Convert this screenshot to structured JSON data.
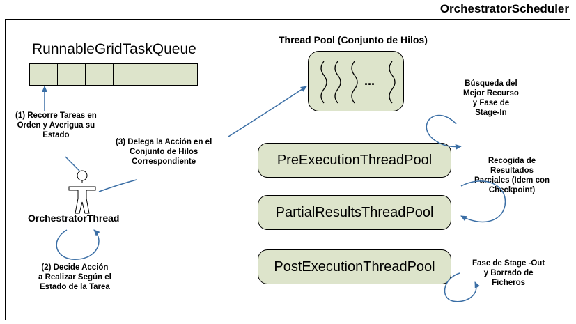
{
  "header": {
    "title": "OrchestratorScheduler"
  },
  "queue": {
    "label": "RunnableGridTaskQueue",
    "cell_count": 6
  },
  "thread_pool": {
    "title": "Thread Pool (Conjunto de Hilos)",
    "ellipsis": "..."
  },
  "orchestrator": {
    "label": "OrchestratorThread"
  },
  "notes": {
    "step1": [
      "(1) Recorre Tareas en",
      "Orden y Averigua su",
      "Estado"
    ],
    "step2": [
      "(2) Decide Acción",
      "a Realizar Según el",
      "Estado de la Tarea"
    ],
    "step3": [
      "(3) Delega la Acción en el",
      "Conjunto de Hilos",
      "Correspondiente"
    ],
    "pre": [
      "Búsqueda del",
      "Mejor Recurso",
      "y Fase de",
      "Stage-In"
    ],
    "partial": [
      "Recogida de",
      "Resultados",
      "Parciales (Idem con",
      "Checkpoint)"
    ],
    "post": [
      "Fase de Stage -Out",
      "y Borrado de",
      "Ficheros"
    ]
  },
  "pools": {
    "pre": "PreExecutionThreadPool",
    "partial": "PartialResultsThreadPool",
    "post": "PostExecutionThreadPool"
  },
  "colors": {
    "box_fill": "#dde4cb",
    "arrow": "#3a6ea5"
  }
}
